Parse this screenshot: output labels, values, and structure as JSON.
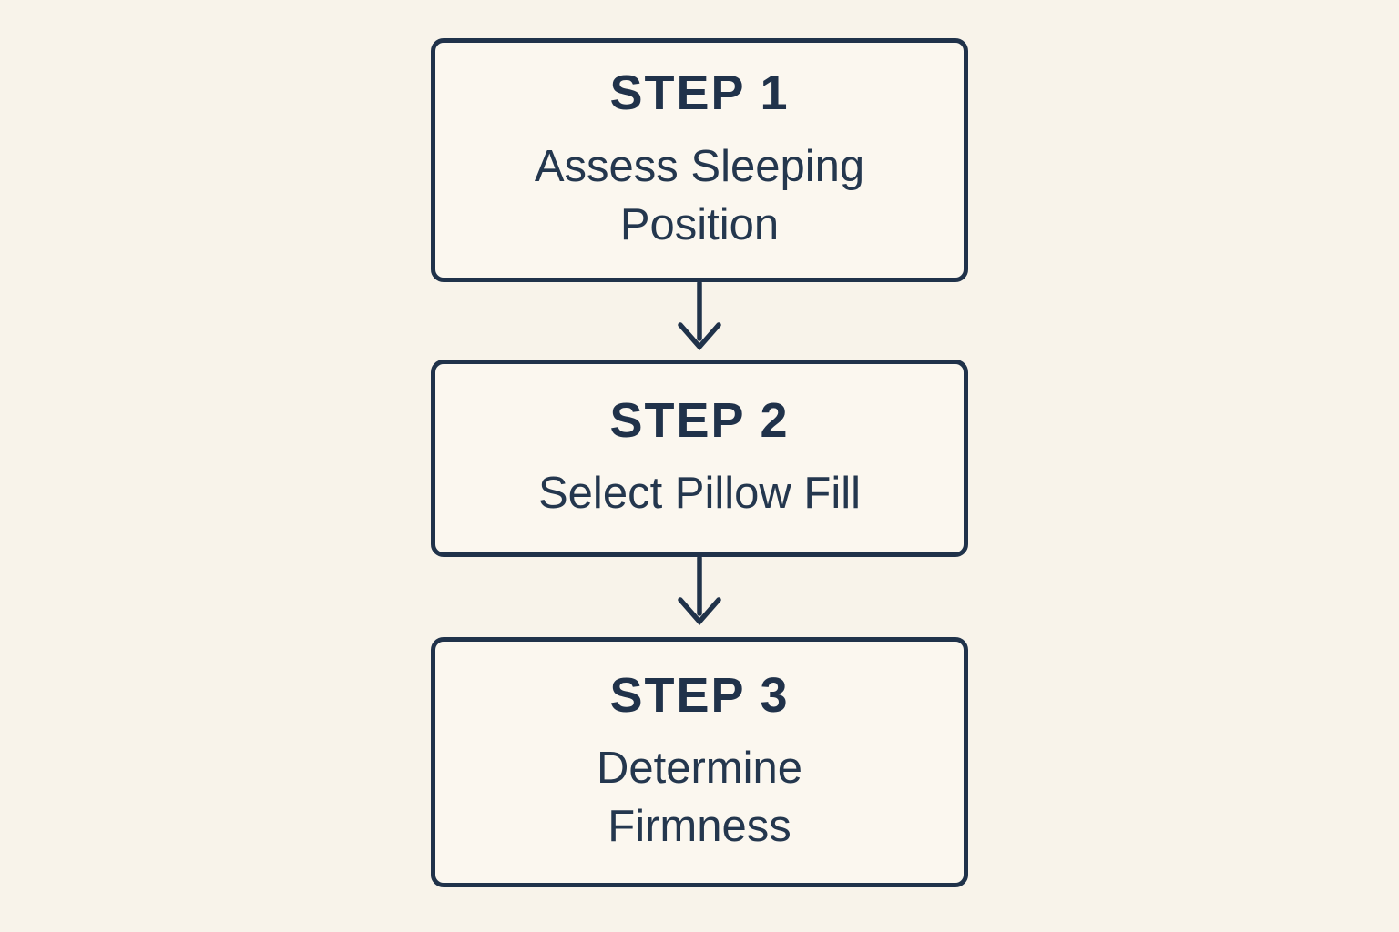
{
  "page": {
    "background_color": "#f8f3ea",
    "box_fill_color": "#fbf7ef",
    "ink_color": "#20324a"
  },
  "flowchart": {
    "steps": [
      {
        "label": "STEP 1",
        "title": "Assess Sleeping\nPosition"
      },
      {
        "label": "STEP 2",
        "title": "Select Pillow Fill"
      },
      {
        "label": "STEP 3",
        "title": "Determine\nFirmness"
      }
    ],
    "connector_icon": "arrow-down"
  }
}
